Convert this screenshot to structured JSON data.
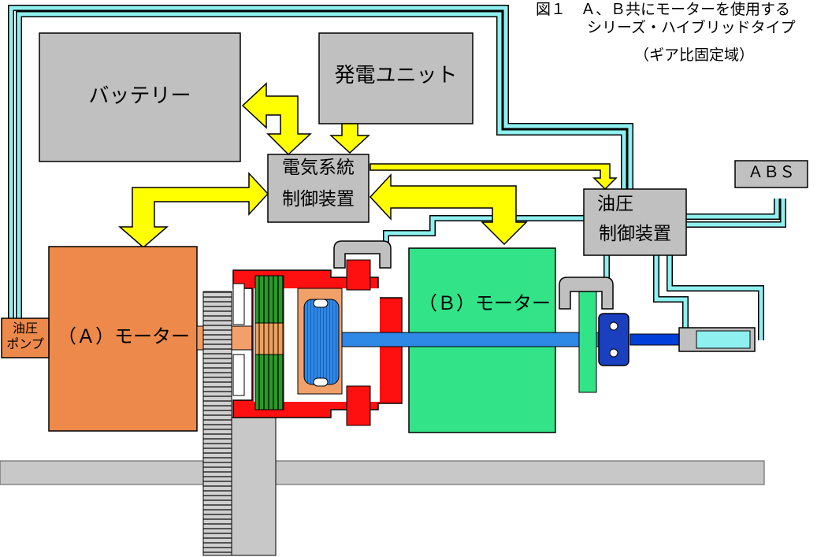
{
  "caption": {
    "line1": "図１　Ａ、Ｂ共にモーターを使用する",
    "line2": "シリーズ・ハイブリッドタイプ",
    "line3": "（ギア比固定域）"
  },
  "labels": {
    "battery": "バッテリー",
    "generator": "発電ユニット",
    "control_line1": "電気系統",
    "control_line2": "制御装置",
    "hydraulic_line1": "油圧",
    "hydraulic_line2": "制御装置",
    "abs": "ＡＢＳ",
    "pump_line1": "油圧",
    "pump_line2": "ポンプ",
    "motor_a": "（Ａ）モーター",
    "motor_b": "（Ｂ）モーター"
  },
  "colors": {
    "box_gray": "#c0c0c0",
    "arrow_yellow": "#ffff00",
    "motor_a": "#ed8a4b",
    "motor_b": "#33e388",
    "pipe_cyan": "#66cccc",
    "clutch_red": "#ff1010",
    "shaft_blue": "#2e88e6",
    "gear_green": "#1e7a1e"
  },
  "icons": {
    "arrows": "yellow-block-arrow",
    "pipes": "hydraulic-pipe"
  }
}
